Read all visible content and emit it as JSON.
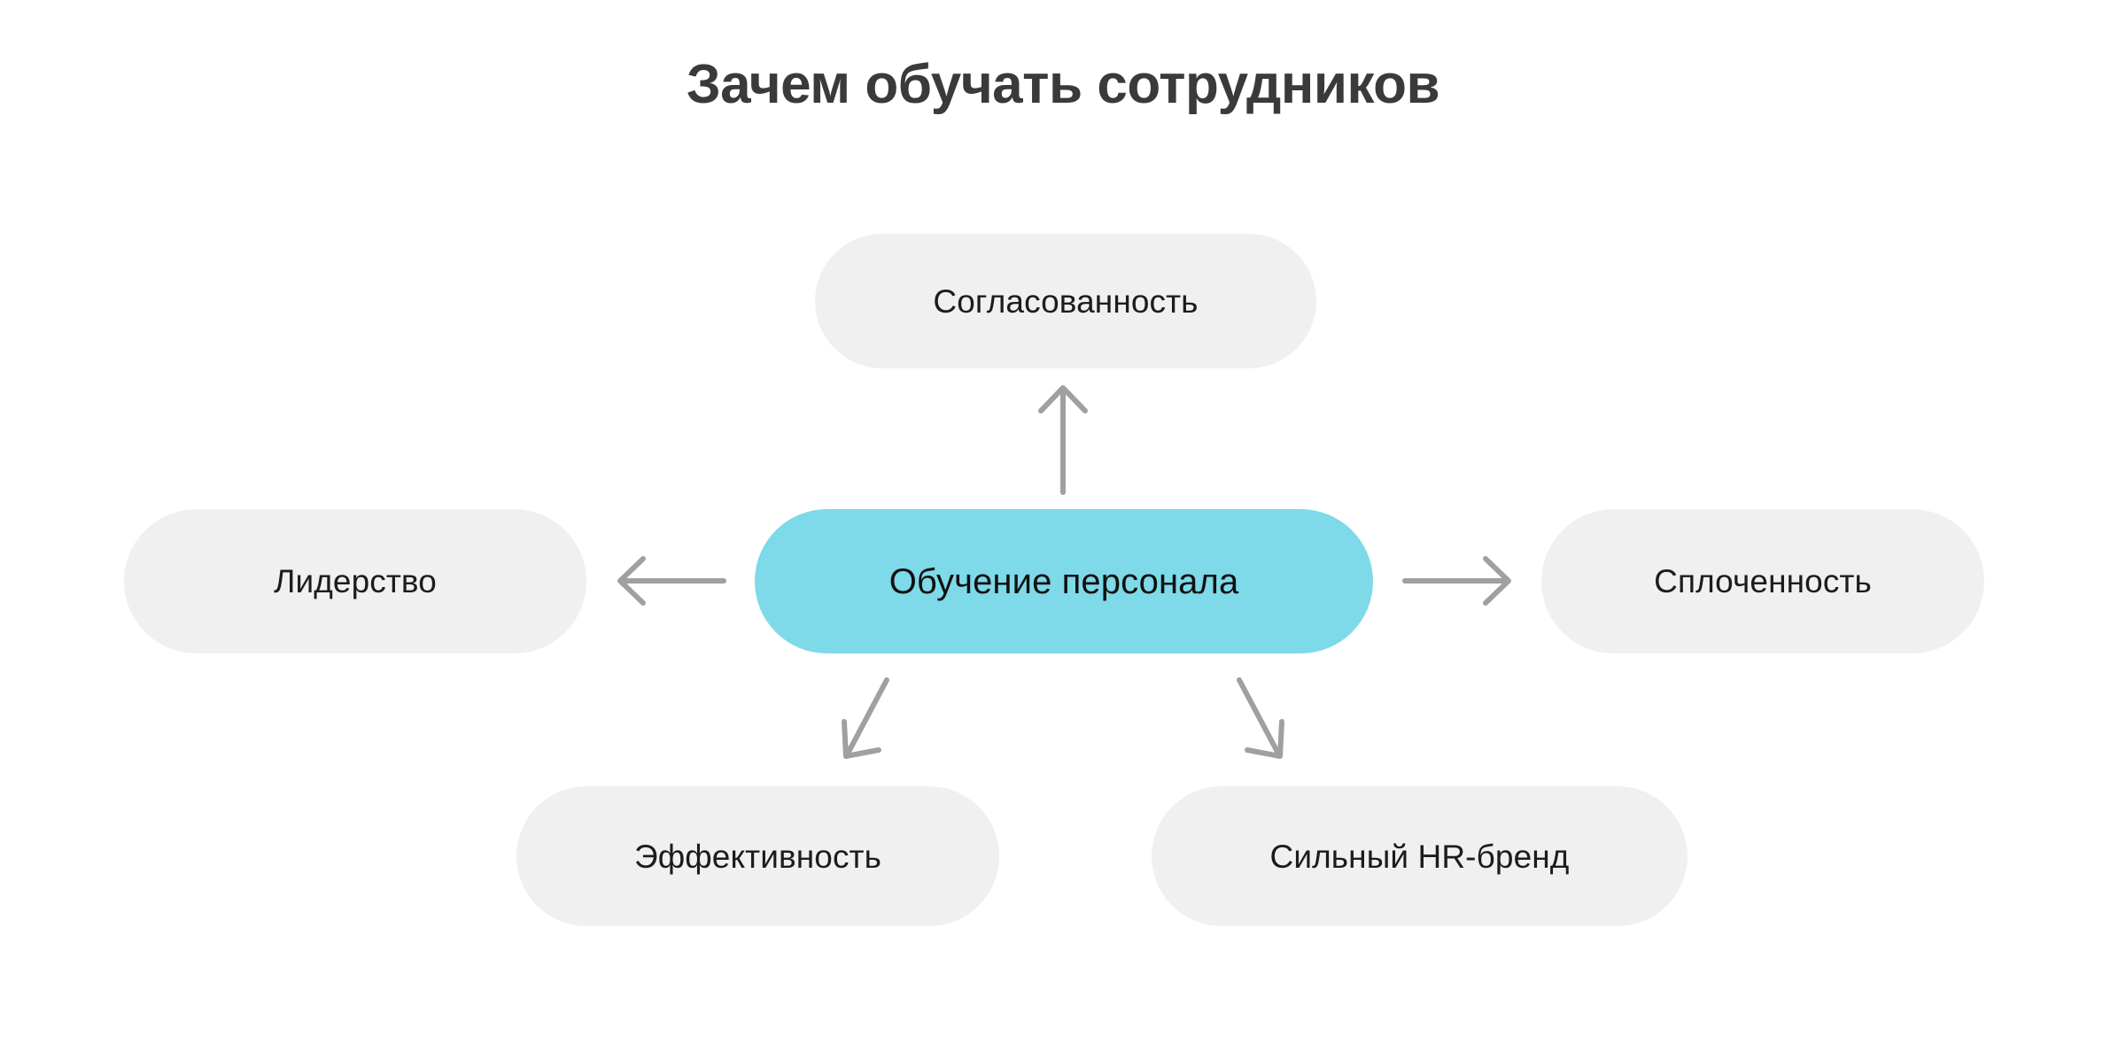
{
  "page": {
    "title": "Зачем обучать сотрудников",
    "background_color": "#ffffff",
    "title_color": "#3a3a3a"
  },
  "diagram": {
    "type": "hub-and-spoke",
    "center_node": {
      "id": "center",
      "label": "Обучение персонала",
      "fill_color": "#7ed9e8",
      "text_color": "#111111"
    },
    "outer_nodes": [
      {
        "id": "top",
        "label": "Согласованность",
        "position": "top",
        "fill_color": "#f0f0f0",
        "text_color": "#1c1c1c"
      },
      {
        "id": "left",
        "label": "Лидерство",
        "position": "left",
        "fill_color": "#f0f0f0",
        "text_color": "#1c1c1c"
      },
      {
        "id": "right",
        "label": "Сплоченность",
        "position": "right",
        "fill_color": "#f0f0f0",
        "text_color": "#1c1c1c"
      },
      {
        "id": "bottom-left",
        "label": "Эффективность",
        "position": "bottom-left",
        "fill_color": "#f0f0f0",
        "text_color": "#1c1c1c"
      },
      {
        "id": "bottom-right",
        "label": "Сильный HR-бренд",
        "position": "bottom-right",
        "fill_color": "#f0f0f0",
        "text_color": "#1c1c1c"
      }
    ],
    "connectors": [
      {
        "id": "center-to-top",
        "from": "center",
        "to": "top",
        "direction": "up",
        "color": "#a0a0a0"
      },
      {
        "id": "center-to-left",
        "from": "center",
        "to": "left",
        "direction": "left",
        "color": "#a0a0a0"
      },
      {
        "id": "center-to-right",
        "from": "center",
        "to": "right",
        "direction": "right",
        "color": "#a0a0a0"
      },
      {
        "id": "center-to-bottom-left",
        "from": "center",
        "to": "bottom-left",
        "direction": "down-left",
        "color": "#a0a0a0"
      },
      {
        "id": "center-to-bottom-right",
        "from": "center",
        "to": "bottom-right",
        "direction": "down-right",
        "color": "#a0a0a0"
      }
    ]
  }
}
